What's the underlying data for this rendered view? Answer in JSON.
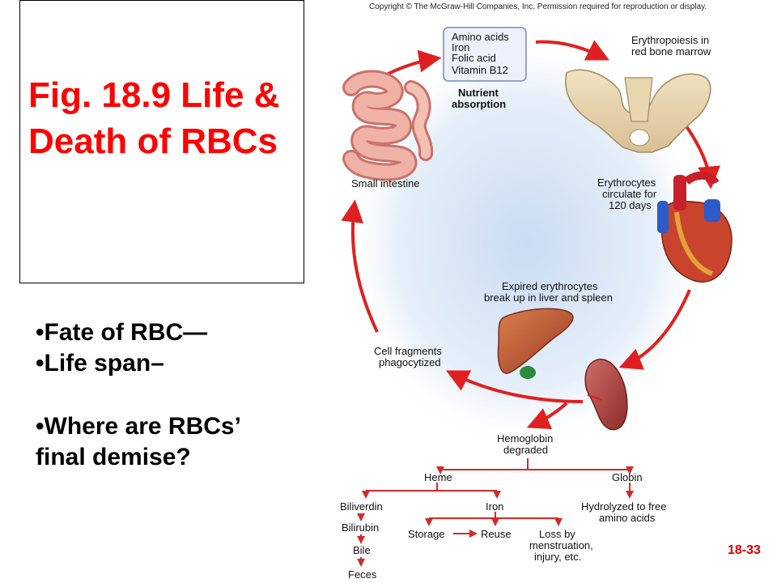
{
  "slide": {
    "title": "Fig. 18.9 Life & Death of RBCs",
    "bullets": [
      "•Fate of RBC—",
      "•Life span–",
      "•Where are RBCs’ final demise?"
    ],
    "slide_number": "18-33"
  },
  "figure": {
    "copyright": "Copyright © The McGraw-Hill Companies, Inc. Permission required for reproduction or display.",
    "nutrients": [
      "Amino acids",
      "Iron",
      "Folic acid",
      "Vitamin B12"
    ],
    "nutrient_label": [
      "Nutrient",
      "absorption"
    ],
    "small_intestine": "Small intestine",
    "erythropoiesis": [
      "Erythropoiesis in",
      "red bone marrow"
    ],
    "circulate": [
      "Erythrocytes",
      "circulate for",
      "120 days"
    ],
    "expired": [
      "Expired erythrocytes",
      "break up in liver and spleen"
    ],
    "fragments": [
      "Cell fragments",
      "phagocytized"
    ],
    "hemoglobin": [
      "Hemoglobin",
      "degraded"
    ],
    "heme": "Heme",
    "globin": "Globin",
    "biliverdin": "Biliverdin",
    "bilirubin": "Bilirubin",
    "bile": "Bile",
    "feces": "Feces",
    "iron": "Iron",
    "storage": "Storage",
    "reuse": "Reuse",
    "loss": [
      "Loss by",
      "menstruation,",
      "injury, etc."
    ],
    "hydrolyzed": [
      "Hydrolyzed to free",
      "amino acids"
    ]
  },
  "colors": {
    "title": "#ff0000",
    "arrow": "#e02020",
    "flow_arrow": "#d42a2a",
    "slide_number": "#d40000"
  }
}
